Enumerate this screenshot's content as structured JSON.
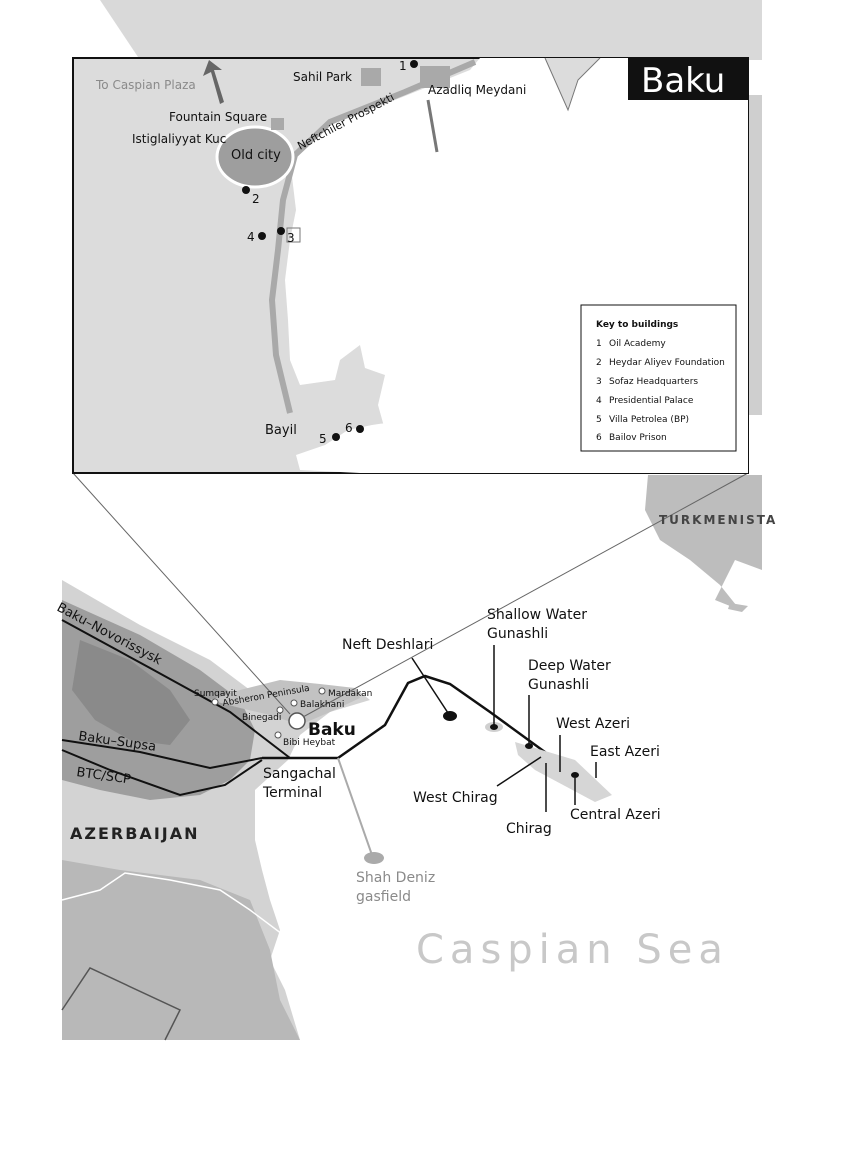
{
  "inset": {
    "title": "Baku",
    "places": {
      "to_caspian_plaza": "To Caspian Plaza",
      "sahil_park": "Sahil Park",
      "azadliq_meydani": "Azadliq Meydani",
      "fountain_square": "Fountain Square",
      "istiglaliyyat_kuc": "Istiglaliyyat Kuc",
      "old_city": "Old city",
      "neftchiler_prospekti": "Neftchiler Prospekti",
      "bayil": "Bayil"
    },
    "markers": [
      "1",
      "2",
      "3",
      "4",
      "5",
      "6"
    ],
    "key": {
      "title": "Key to buildings",
      "items": [
        {
          "num": "1",
          "name": "Oil Academy"
        },
        {
          "num": "2",
          "name": "Heydar Aliyev Foundation"
        },
        {
          "num": "3",
          "name": "Sofaz Headquarters"
        },
        {
          "num": "4",
          "name": "Presidential Palace"
        },
        {
          "num": "5",
          "name": "Villa Petrolea (BP)"
        },
        {
          "num": "6",
          "name": "Bailov Prison"
        }
      ]
    }
  },
  "region": {
    "turkmenistan": "TURKMENISTA",
    "azerbaijan": "AZERBAIJAN",
    "caspian_sea": "Caspian Sea",
    "baku": "Baku",
    "towns": {
      "sumqayit": "Sumqayit",
      "absheron": "Absheron Peninsula",
      "mardakan": "Mardakan",
      "balakhani": "Balakhani",
      "binegadi": "Binegadi",
      "bibi_heybat": "Bibi Heybat"
    },
    "pipelines": {
      "baku_novorossiysk": "Baku–Novorissysk",
      "baku_supsa": "Baku–Supsa",
      "btc_scp": "BTC/SCP"
    },
    "terminal": {
      "line1": "Sangachal",
      "line2": "Terminal"
    },
    "fields": {
      "neft_deshlari": "Neft Deshlari",
      "shallow_water_1": "Shallow Water",
      "shallow_water_2": "Gunashli",
      "deep_water_1": "Deep Water",
      "deep_water_2": "Gunashli",
      "west_azeri": "West Azeri",
      "east_azeri": "East Azeri",
      "west_chirag": "West Chirag",
      "central_azeri": "Central Azeri",
      "chirag": "Chirag",
      "shah_deniz_1": "Shah Deniz",
      "shah_deniz_2": "gasfield"
    }
  },
  "colors": {
    "sea": "#ffffff",
    "land": "#d9d9d9",
    "land_dark": "#9a9a9a",
    "inset_bg": "#dcdcdc",
    "road": "#a9a9a9",
    "title_bg": "#111111"
  }
}
